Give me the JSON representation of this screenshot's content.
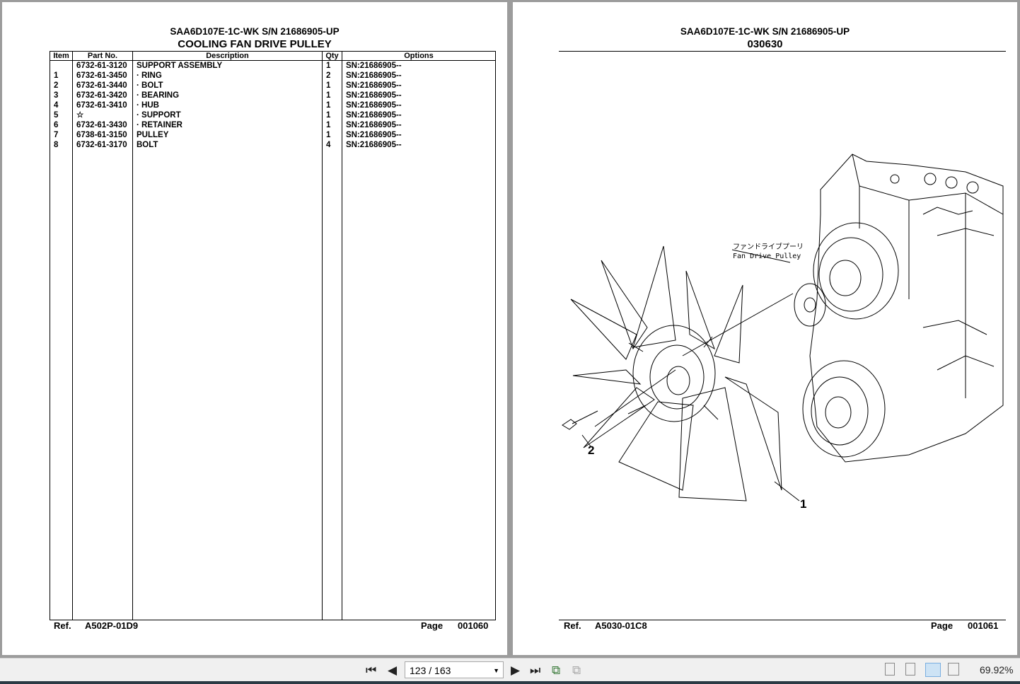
{
  "left_page": {
    "model": "SAA6D107E-1C-WK S/N 21686905-UP",
    "title": "COOLING FAN DRIVE PULLEY",
    "headers": [
      "Item",
      "Part No.",
      "Description",
      "Qty",
      "Options"
    ],
    "rows": [
      {
        "item": "",
        "part": "6732-61-3120",
        "desc": "SUPPORT ASSEMBLY",
        "qty": "1",
        "opt": "SN:21686905--"
      },
      {
        "item": "1",
        "part": "6732-61-3450",
        "desc": "·  RING",
        "qty": "2",
        "opt": "SN:21686905--"
      },
      {
        "item": "2",
        "part": "6732-61-3440",
        "desc": "·  BOLT",
        "qty": "1",
        "opt": "SN:21686905--"
      },
      {
        "item": "3",
        "part": "6732-61-3420",
        "desc": "·  BEARING",
        "qty": "1",
        "opt": "SN:21686905--"
      },
      {
        "item": "4",
        "part": "6732-61-3410",
        "desc": "·  HUB",
        "qty": "1",
        "opt": "SN:21686905--"
      },
      {
        "item": "5",
        "part": "☆",
        "desc": "·  SUPPORT",
        "qty": "1",
        "opt": "SN:21686905--"
      },
      {
        "item": "6",
        "part": "6732-61-3430",
        "desc": "·  RETAINER",
        "qty": "1",
        "opt": "SN:21686905--"
      },
      {
        "item": "7",
        "part": "6738-61-3150",
        "desc": "PULLEY",
        "qty": "1",
        "opt": "SN:21686905--"
      },
      {
        "item": "8",
        "part": "6732-61-3170",
        "desc": "BOLT",
        "qty": "4",
        "opt": "SN:21686905--"
      }
    ],
    "ref_label": "Ref.",
    "ref": "A502P-01D9",
    "page_label": "Page",
    "page": "001060"
  },
  "right_page": {
    "model": "SAA6D107E-1C-WK S/N 21686905-UP",
    "figure_no": "030630",
    "callout_jp": "ファンドライブプーリ",
    "callout_en": "Fan Drive Pulley",
    "label1": "1",
    "label2": "2",
    "ref_label": "Ref.",
    "ref": "A5030-01C8",
    "page_label": "Page",
    "page": "001061"
  },
  "toolbar": {
    "page_value": "123 / 163",
    "zoom": "69.92%"
  }
}
